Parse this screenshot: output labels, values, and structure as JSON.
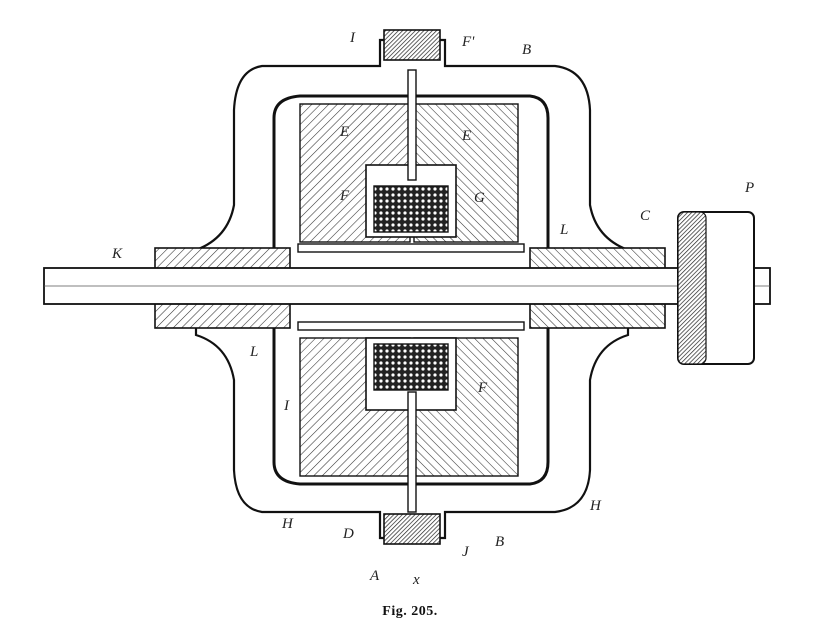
{
  "figure": {
    "caption": "Fig. 205.",
    "labels": {
      "i_top": "I",
      "f_prime": "F'",
      "b_top": "B",
      "e_left": "E",
      "e_right": "E",
      "f_upper": "F",
      "g": "G",
      "l_upper": "L",
      "c": "C",
      "p": "P",
      "k": "K",
      "l_lower": "L",
      "i_lower": "I",
      "f_lower": "F",
      "h_right": "H",
      "h_left": "H",
      "d": "D",
      "j": "J",
      "b_bottom": "B",
      "a": "A",
      "x": "x"
    }
  }
}
